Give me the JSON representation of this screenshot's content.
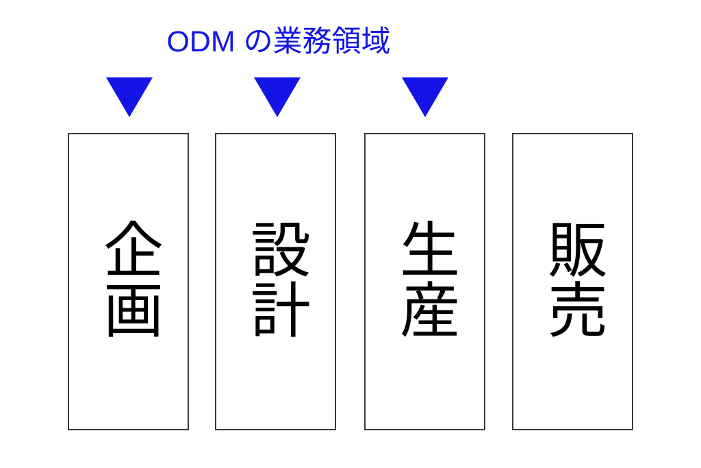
{
  "diagram": {
    "title": "ODM の業務領域",
    "title_color": "#1414e6",
    "background_color": "#ffffff",
    "box_border_color": "#3a3a3a",
    "label_color": "#000000",
    "type": "process-flow",
    "arrows": [
      {
        "name": "odm-scope-arrow-planning",
        "shape": "triangle-down",
        "color": "#1414e6",
        "points_to": "企画"
      },
      {
        "name": "odm-scope-arrow-design",
        "shape": "triangle-down",
        "color": "#1414e6",
        "points_to": "設計"
      },
      {
        "name": "odm-scope-arrow-production",
        "shape": "triangle-down",
        "color": "#1414e6",
        "points_to": "生産"
      }
    ],
    "stages": [
      {
        "label": "企画",
        "marked_by_arrow": true
      },
      {
        "label": "設計",
        "marked_by_arrow": true
      },
      {
        "label": "生産",
        "marked_by_arrow": true
      },
      {
        "label": "販売",
        "marked_by_arrow": false
      }
    ]
  }
}
